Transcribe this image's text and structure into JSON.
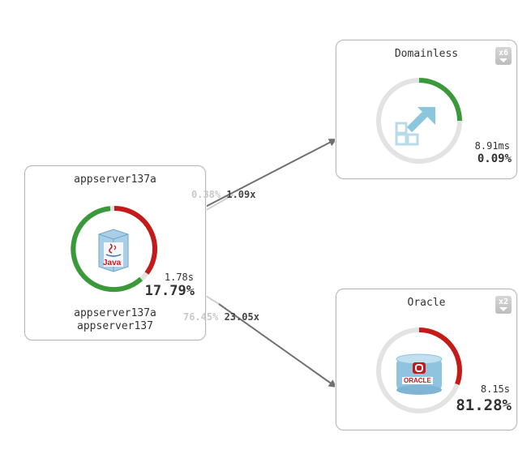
{
  "nodes": {
    "appserver": {
      "title": "appserver137a",
      "time": "1.78s",
      "percent": "17.79%",
      "sub_labels": [
        "appserver137a",
        "appserver137"
      ],
      "icon": "java-app-icon",
      "icon_text": "Java"
    },
    "domainless": {
      "title": "Domainless",
      "time": "8.91ms",
      "percent": "0.09%",
      "badge": "x6",
      "icon": "domainless-arrow-icon"
    },
    "oracle": {
      "title": "Oracle",
      "time": "8.15s",
      "percent": "81.28%",
      "badge": "x2",
      "icon": "oracle-database-icon",
      "icon_text": "ORACLE"
    }
  },
  "edges": {
    "to_domainless": {
      "label_light": "0.38%",
      "label_dark": " 1.09x"
    },
    "to_oracle": {
      "label_light": "76.45%",
      "label_dark": " 23.05x"
    }
  },
  "colors": {
    "ok": "#3a9a3a",
    "error": "#c41a1a",
    "ring_bg": "#e3e3e3",
    "edge": "#707070"
  }
}
